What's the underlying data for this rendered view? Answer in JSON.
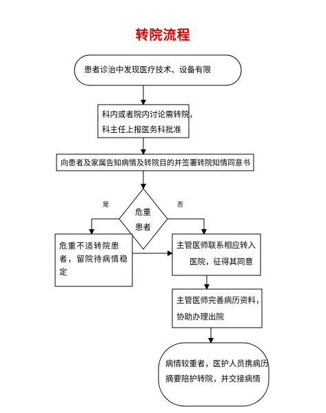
{
  "title": "转院流程",
  "nodes": {
    "start": "患者诊治中发现医疗技术、设备有限",
    "dept_line1": "科内或者院内讨论需转院，",
    "dept_line2": "科主任上报医务科批准",
    "inform": "向患者及家属告知病情及转院目的并签署转院知情同意书",
    "decision_line1": "危重",
    "decision_line2": "患者",
    "left_branch": "危重不适转院患者，留院待病情稳定",
    "right_branch_line1": "主管医师联系相应转入",
    "right_branch_line2": "医院，征得其同意",
    "records_line1": "主管医师完善病历资料，",
    "records_line2": "协助办理出院",
    "end_line1": "病情较重者，医护人员携病历",
    "end_line2": "摘要陪护转院，并交接病情"
  },
  "labels": {
    "yes": "是",
    "no": "否"
  },
  "colors": {
    "title": "#e00000",
    "stroke": "#000000"
  }
}
